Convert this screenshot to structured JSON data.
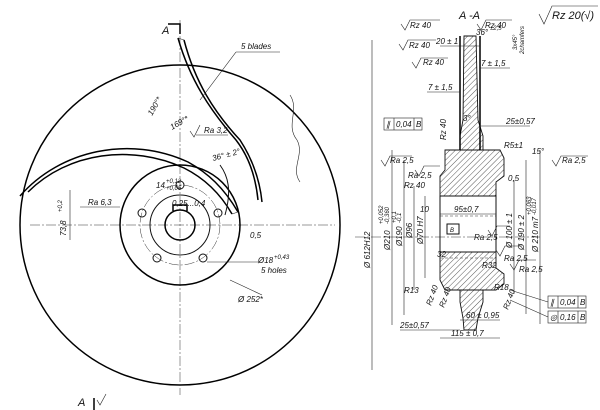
{
  "title": {
    "section_label": "A -A",
    "section_cut_top": "A",
    "section_cut_bottom": "A"
  },
  "general_roughness": "Rz 20(√)",
  "notes": {
    "blades": "5 blades",
    "holes_count": "5 holes",
    "chamfers_line1": "3x45°",
    "chamfers_line2": "2chamfers"
  },
  "front_view": {
    "radius_outer": "Ø 252*",
    "holes_dia": "Ø18",
    "holes_tol": "+0,43",
    "blade_angle_1": "190°*",
    "blade_angle_2": "169°*",
    "blade_angle_3": "36° ± 2°",
    "keyway_width": "14",
    "keyway_tol_up": "+0,12",
    "keyway_tol_dn": "+0,05",
    "keyway_depth": "73,8",
    "keyway_depth_tol": "+0,2",
    "chamfer_1": "0,25...0,4",
    "chamfer_2": "0,5",
    "ra_blade": "Ra 3,2",
    "ra_bore": "Ra 6,3"
  },
  "section_view": {
    "roughness": [
      "Rz 40",
      "Rz 40",
      "Rz 40",
      "Rz 40",
      "Rz 40",
      "Ra 2,5",
      "Ra 2,5",
      "Ra 2,5",
      "Ra 2,5",
      "Ra 2,5",
      "Ra 2,5",
      "Rz 40",
      "Rz 40",
      "Rz 40",
      "Rz 40"
    ],
    "dims": {
      "angle_top": "36°",
      "angle_top_tol": "±2,5",
      "w_top": "20 ± 1",
      "w_7a": "7 ± 1,5",
      "w_7b": "7 ± 1,5",
      "w_25": "25±0,57",
      "w_25b": "25±0,57",
      "r5": "R5±1",
      "deg15": "15°",
      "dim_05": "0,5",
      "hub_95": "95±0,7",
      "hub_10": "10",
      "hub_32": "32",
      "bore_label": "B",
      "r32": "R32",
      "r18": "R18",
      "r13": "R13",
      "r3": "3°",
      "w_60": "60 ± 0,95",
      "w_115": "115 ± 0,7",
      "d612": "Ø 612H12",
      "d210": "Ø210",
      "d210_up": "+0,052",
      "d210_dn": "-0,360",
      "d190": "Ø190",
      "d190_up": "+0,1",
      "d190_dn": "-0,1",
      "d96": "Ø96",
      "d70": "Ø70 H7",
      "d100": "Ø 100 ± 1",
      "d190b": "Ø 190 ± 2",
      "d210b": "Ø 210 m7",
      "d210b_up": "+0,063",
      "d210b_dn": "-0,017"
    },
    "tolerances": [
      {
        "symbol": "∥",
        "value": "0,04",
        "datum": "B"
      },
      {
        "symbol": "∥",
        "value": "0,04",
        "datum": "B"
      },
      {
        "symbol": "◎",
        "value": "0,16",
        "datum": "B"
      }
    ]
  },
  "colors": {
    "line": "#111111",
    "paper": "#ffffff"
  }
}
